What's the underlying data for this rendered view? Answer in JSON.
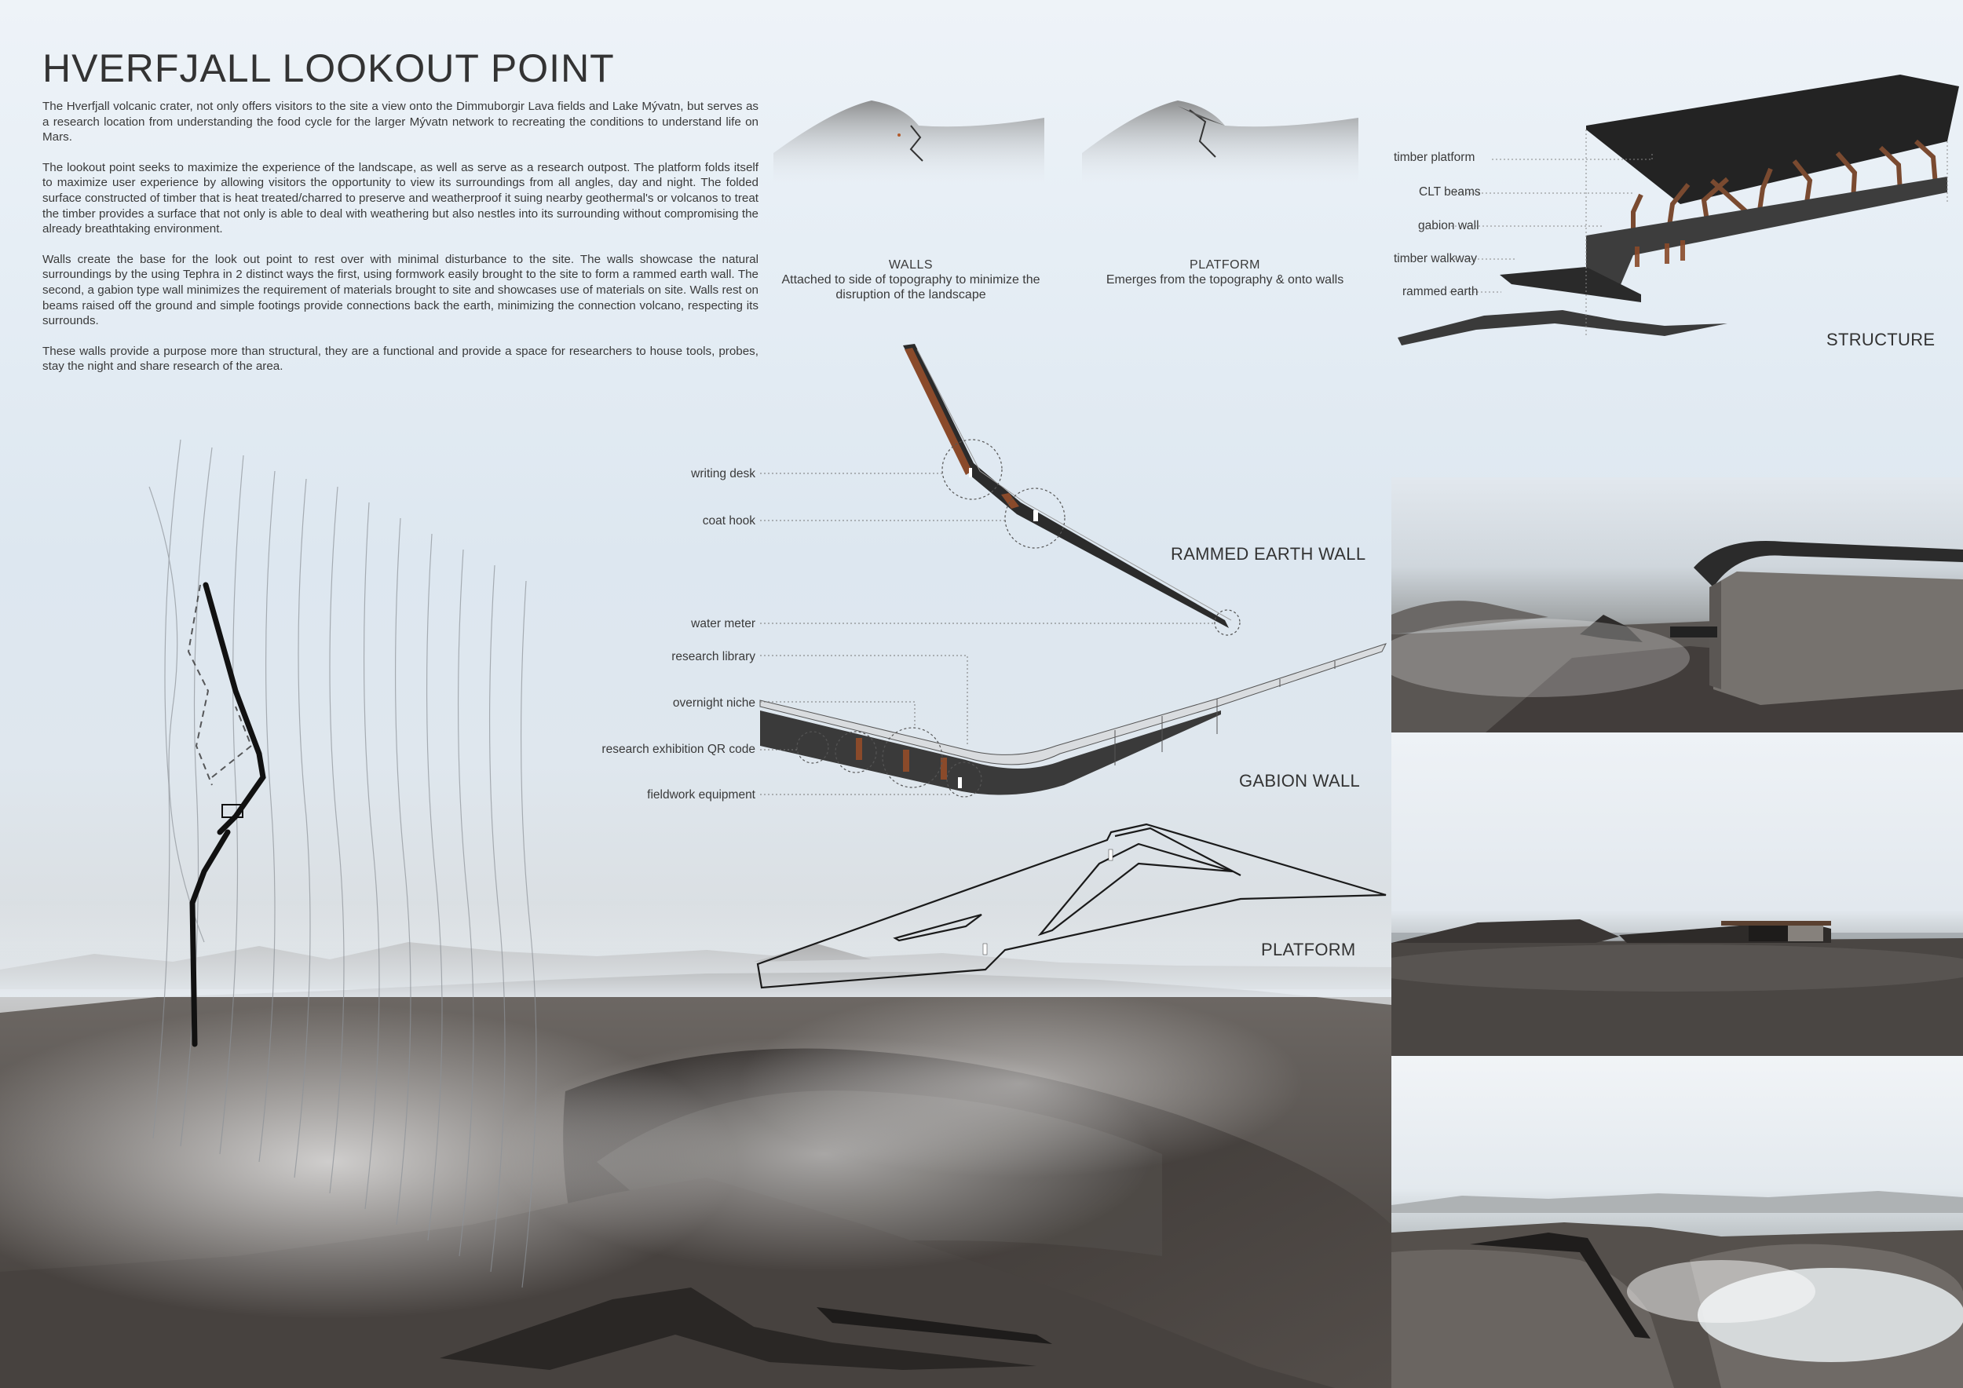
{
  "title": "HVERFJALL LOOKOUT POINT",
  "intro": [
    "The Hverfjall volcanic crater, not only offers visitors to the site a view onto the Dimmuborgir Lava fields and Lake Mývatn, but serves as a research location from understanding the food cycle for the larger Mývatn network to recreating the conditions to understand life on Mars.",
    "The lookout point seeks to maximize the experience of the landscape, as well as serve as a research outpost. The platform folds itself to maximize user experience by allowing visitors the opportunity to view its surroundings from all angles, day and night. The folded surface constructed of timber that is heat treated/charred to preserve and weatherproof it suing nearby geothermal's or volcanos to treat the timber provides a surface that not only is able to deal with weathering but also nestles into its surrounding without compromising the already breathtaking environment.",
    "Walls create the base for the look out point to rest over with minimal disturbance to the site. The walls showcase the natural surroundings by the using Tephra in 2 distinct ways the first, using formwork easily brought to the site to form a rammed earth wall. The second, a gabion type wall minimizes the requirement of materials brought to site and showcases use of materials on site. Walls rest on beams raised off the ground and simple footings provide connections back the earth, minimizing the connection volcano, respecting its surrounds.",
    "These walls provide a purpose more than structural, they are a functional and provide a space for researchers to house tools, probes, stay the night and share research of the area."
  ],
  "concept": {
    "walls": {
      "heading": "WALLS",
      "text": "Attached to side of topography to minimize the disruption of the landscape"
    },
    "platform": {
      "heading": "PLATFORM",
      "text": "Emerges from the topography & onto walls"
    }
  },
  "structure": {
    "title": "STRUCTURE",
    "labels": [
      "timber platform",
      "CLT beams",
      "gabion wall",
      "timber walkway",
      "rammed earth"
    ]
  },
  "rammed_earth_wall": {
    "title": "RAMMED EARTH WALL",
    "labels": [
      "writing desk",
      "coat hook"
    ]
  },
  "gabion_wall": {
    "title": "GABION WALL",
    "labels": [
      "water meter",
      "research library",
      "overnight niche",
      "research exhibition QR code",
      "fieldwork equipment"
    ]
  },
  "platform": {
    "title": "PLATFORM"
  },
  "colors": {
    "timber": "#8a4a2a",
    "charred": "#2b2b2b",
    "sky": "#e4ecf3",
    "tephra": "#4a4542"
  }
}
